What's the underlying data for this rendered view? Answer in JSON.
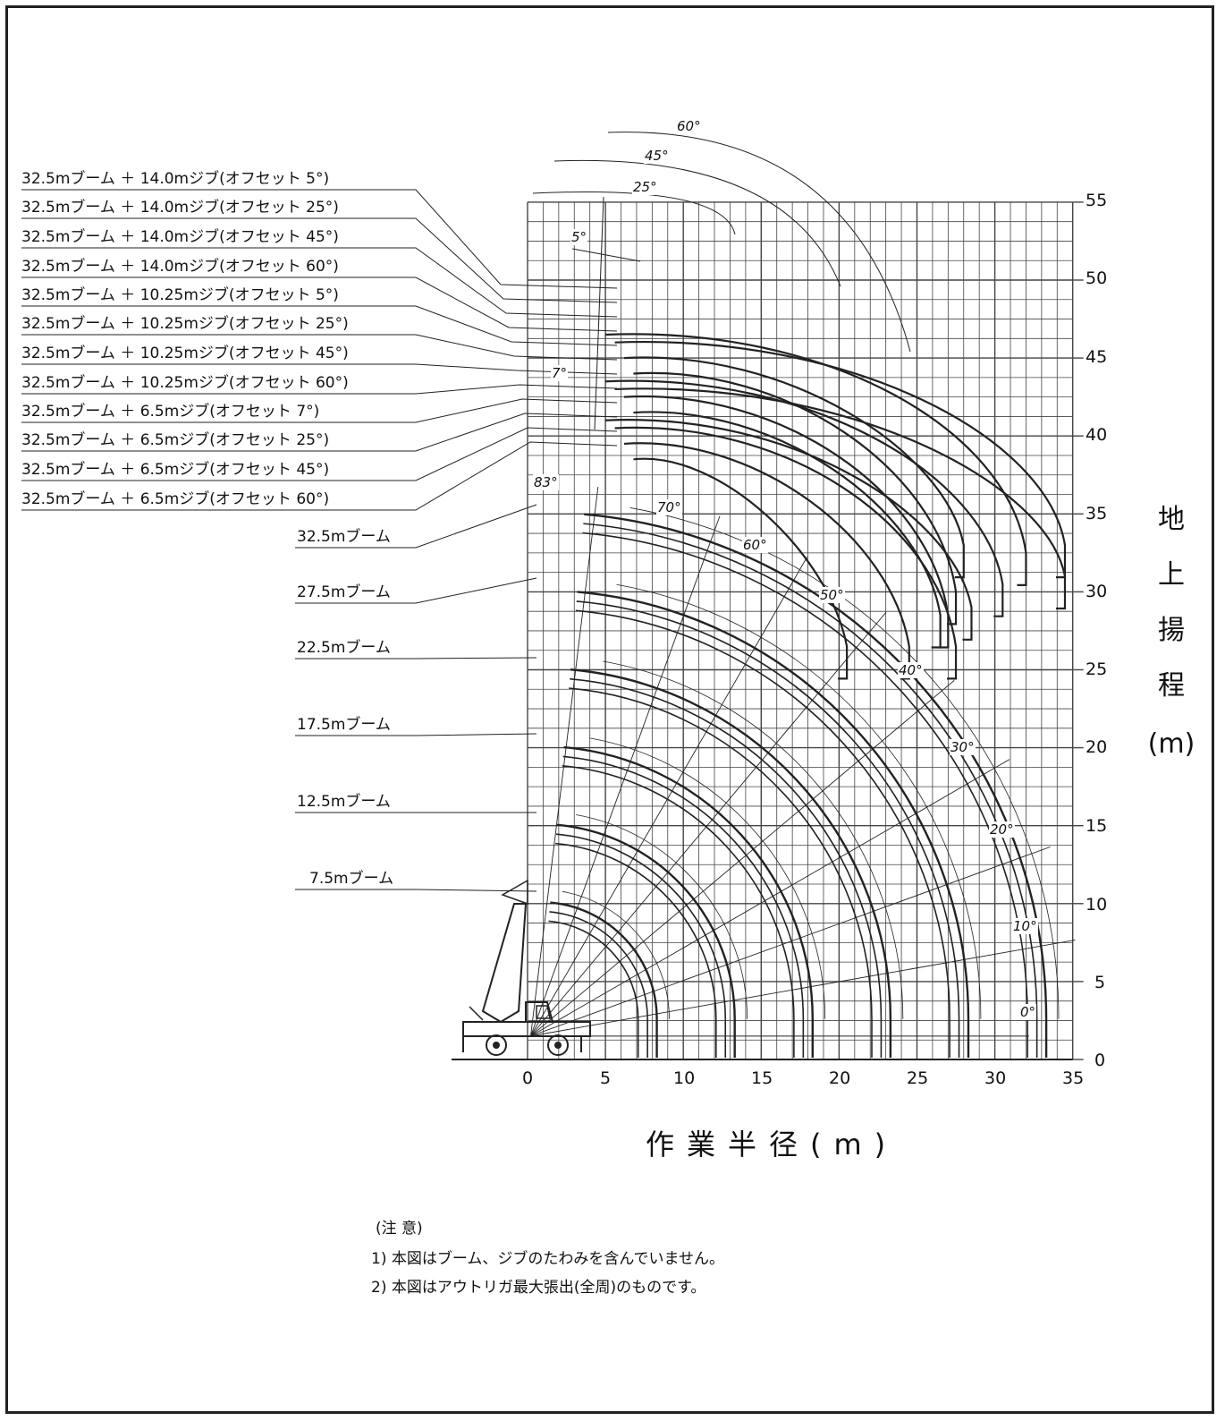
{
  "jib_labels": [
    "32.5mブーム ＋ 14.0mジブ(オフセット 5°)",
    "32.5mブーム ＋ 14.0mジブ(オフセット 25°)",
    "32.5mブーム ＋ 14.0mジブ(オフセット 45°)",
    "32.5mブーム ＋ 14.0mジブ(オフセット 60°)",
    "32.5mブーム ＋ 10.25mジブ(オフセット 5°)",
    "32.5mブーム ＋ 10.25mジブ(オフセット 25°)",
    "32.5mブーム ＋ 10.25mジブ(オフセット 45°)",
    "32.5mブーム ＋ 10.25mジブ(オフセット 60°)",
    "32.5mブーム ＋ 6.5mジブ(オフセット 7°)",
    "32.5mブーム ＋ 6.5mジブ(オフセット 25°)",
    "32.5mブーム ＋ 6.5mジブ(オフセット 45°)",
    "32.5mブーム ＋ 6.5mジブ(オフセット 60°)"
  ],
  "boom_labels": [
    "32.5mブーム",
    "27.5mブーム",
    "22.5mブーム",
    "17.5mブーム",
    "12.5mブーム",
    "7.5mブーム"
  ],
  "boom_lengths_m": [
    32.5,
    27.5,
    22.5,
    17.5,
    12.5,
    7.5
  ],
  "x_ticks": [
    "0",
    "5",
    "10",
    "15",
    "20",
    "25",
    "30",
    "35"
  ],
  "y_ticks": [
    "0",
    "5",
    "10",
    "15",
    "20",
    "25",
    "30",
    "35",
    "40",
    "45",
    "50",
    "55"
  ],
  "x_title": "作業半径(m)",
  "y_title_chars": [
    "地",
    "上",
    "揚",
    "程",
    "(m)"
  ],
  "boom_angles": [
    "0°",
    "10°",
    "20°",
    "30°",
    "40°",
    "50°",
    "60°",
    "70°",
    "83°"
  ],
  "offset_angles": [
    "60°",
    "45°",
    "25°",
    "5°",
    "7°"
  ],
  "notes_title": "(注 意)",
  "notes": [
    "1) 本図はブーム、ジブのたわみを含んでいません。",
    "2) 本図はアウトリガ最大張出(全周)のものです。"
  ],
  "colors": {
    "line": "#222222",
    "grid": "#444444",
    "background": "#ffffff"
  }
}
